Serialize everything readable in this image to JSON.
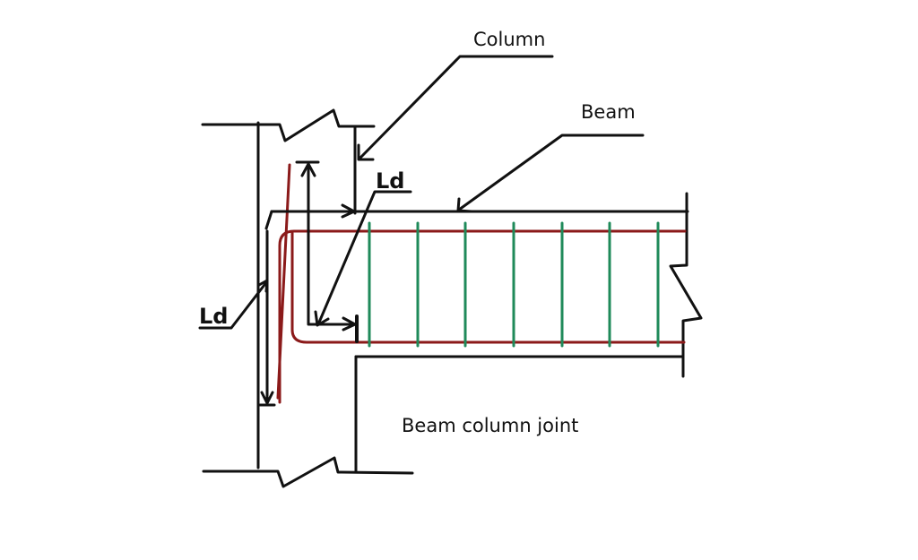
{
  "labels": {
    "column": "Column",
    "beam": "Beam",
    "ld_top": "Ld",
    "ld_left": "Ld",
    "joint": "Beam column joint"
  },
  "colors": {
    "outline": "#111111",
    "main_reinforcement": "#8b1a1a",
    "stirrups": "#1f8a5a"
  },
  "stirrup_count": 7
}
